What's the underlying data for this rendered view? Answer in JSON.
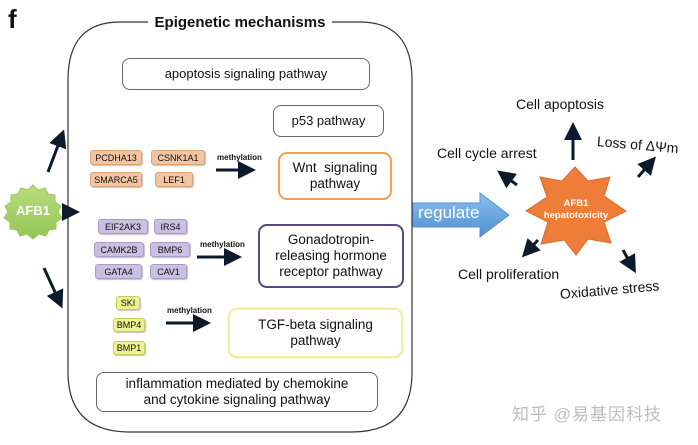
{
  "panel_label": "f",
  "epigenetic": {
    "title": "Epigenetic mechanisms",
    "source_node": "AFB1",
    "apoptosis_box": "apoptosis signaling pathway",
    "p53_box": "p53 pathway",
    "groups": [
      {
        "genes": [
          "PCDHA13",
          "CSNK1A1",
          "SMARCA5",
          "LEF1"
        ],
        "edge_label": "methylation",
        "target": "Wnt  signaling pathway",
        "color": "#f0a050"
      },
      {
        "genes": [
          "EIF2AK3",
          "IRS4",
          "CAMK2B",
          "BMP6",
          "GATA4",
          "CAV1"
        ],
        "edge_label": "methylation",
        "target": "Gonadotropin-releasing hormone receptor pathway",
        "color": "#5a4a7e"
      },
      {
        "genes": [
          "SKI",
          "BMP4",
          "BMP1"
        ],
        "edge_label": "methylation",
        "target": "TGF-beta signaling pathway",
        "color": "#eef0a0"
      }
    ],
    "inflammation_box": "inflammation mediated by chemokine and cytokine signaling pathway"
  },
  "regulate_label": "regulate",
  "toxicity": {
    "center_line1": "AFB1",
    "center_line2": "hepatotoxicity",
    "outcomes": {
      "apoptosis": "Cell apoptosis",
      "cycle_arrest": "Cell cycle arrest",
      "membrane": "Loss of ΔΨm",
      "proliferation": "Cell proliferation",
      "oxidative": "Oxidative stress"
    }
  },
  "colors": {
    "afb1_green": "#a9d26a",
    "star_orange": "#ee7d3a",
    "regulate_blue": "#6aa6e0"
  },
  "watermark": "知乎 @易基因科技"
}
